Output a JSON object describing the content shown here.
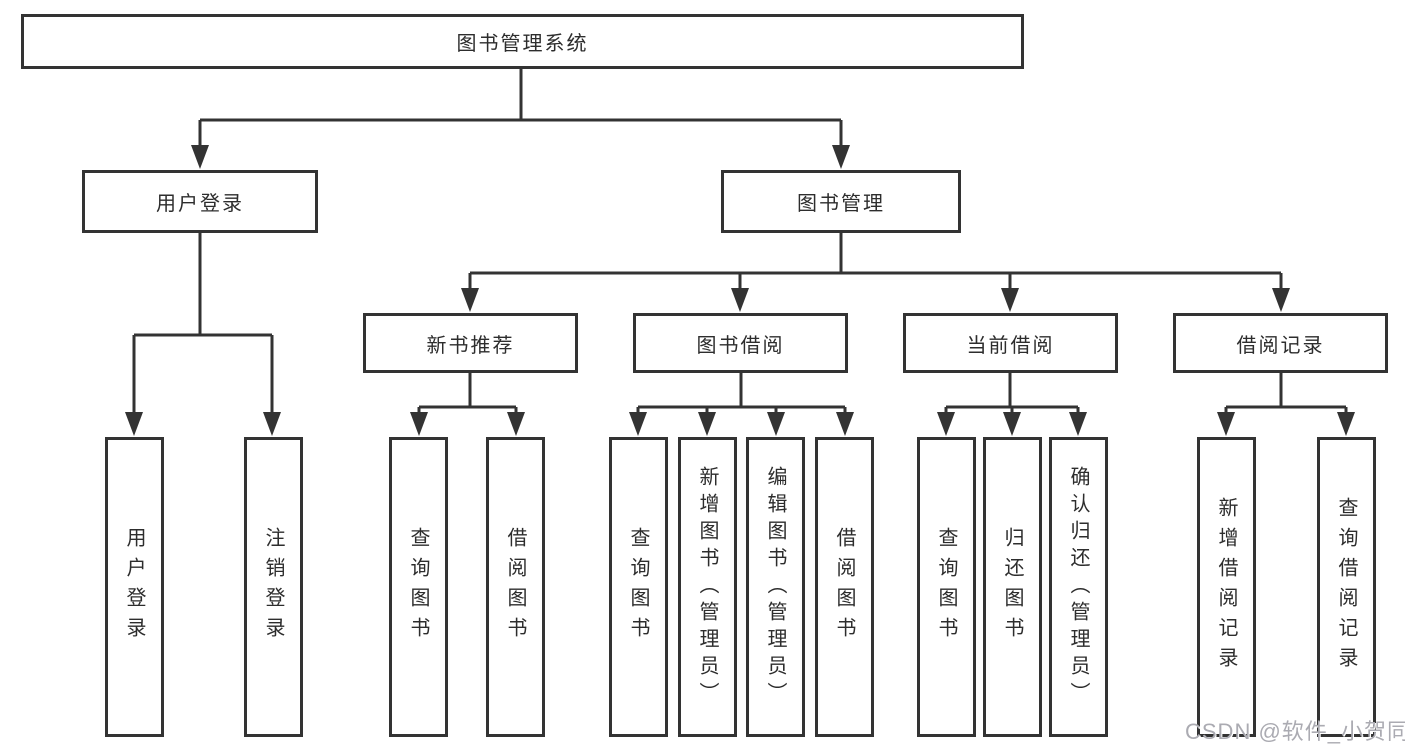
{
  "style": {
    "line_color": "#333333",
    "text_color": "#2d2d2d",
    "box_background": "#ffffff",
    "watermark_color": "#ababb2"
  },
  "watermark": {
    "text": "CSDN @软件_小贺同学"
  },
  "tree": {
    "root": {
      "label": "图书管理系统"
    },
    "branches": [
      {
        "label": "用户登录",
        "children": [
          {
            "label": "用户登录"
          },
          {
            "label": "注销登录"
          }
        ]
      },
      {
        "label": "图书管理",
        "children": [
          {
            "label": "新书推荐",
            "children": [
              {
                "label": "查询图书"
              },
              {
                "label": "借阅图书"
              }
            ]
          },
          {
            "label": "图书借阅",
            "children": [
              {
                "label": "查询图书"
              },
              {
                "label": "新增图书（管理员）"
              },
              {
                "label": "编辑图书（管理员）"
              },
              {
                "label": "借阅图书"
              }
            ]
          },
          {
            "label": "当前借阅",
            "children": [
              {
                "label": "查询图书"
              },
              {
                "label": "归还图书"
              },
              {
                "label": "确认归还（管理员）"
              }
            ]
          },
          {
            "label": "借阅记录",
            "children": [
              {
                "label": "新增借阅记录"
              },
              {
                "label": "查询借阅记录"
              }
            ]
          }
        ]
      }
    ]
  }
}
